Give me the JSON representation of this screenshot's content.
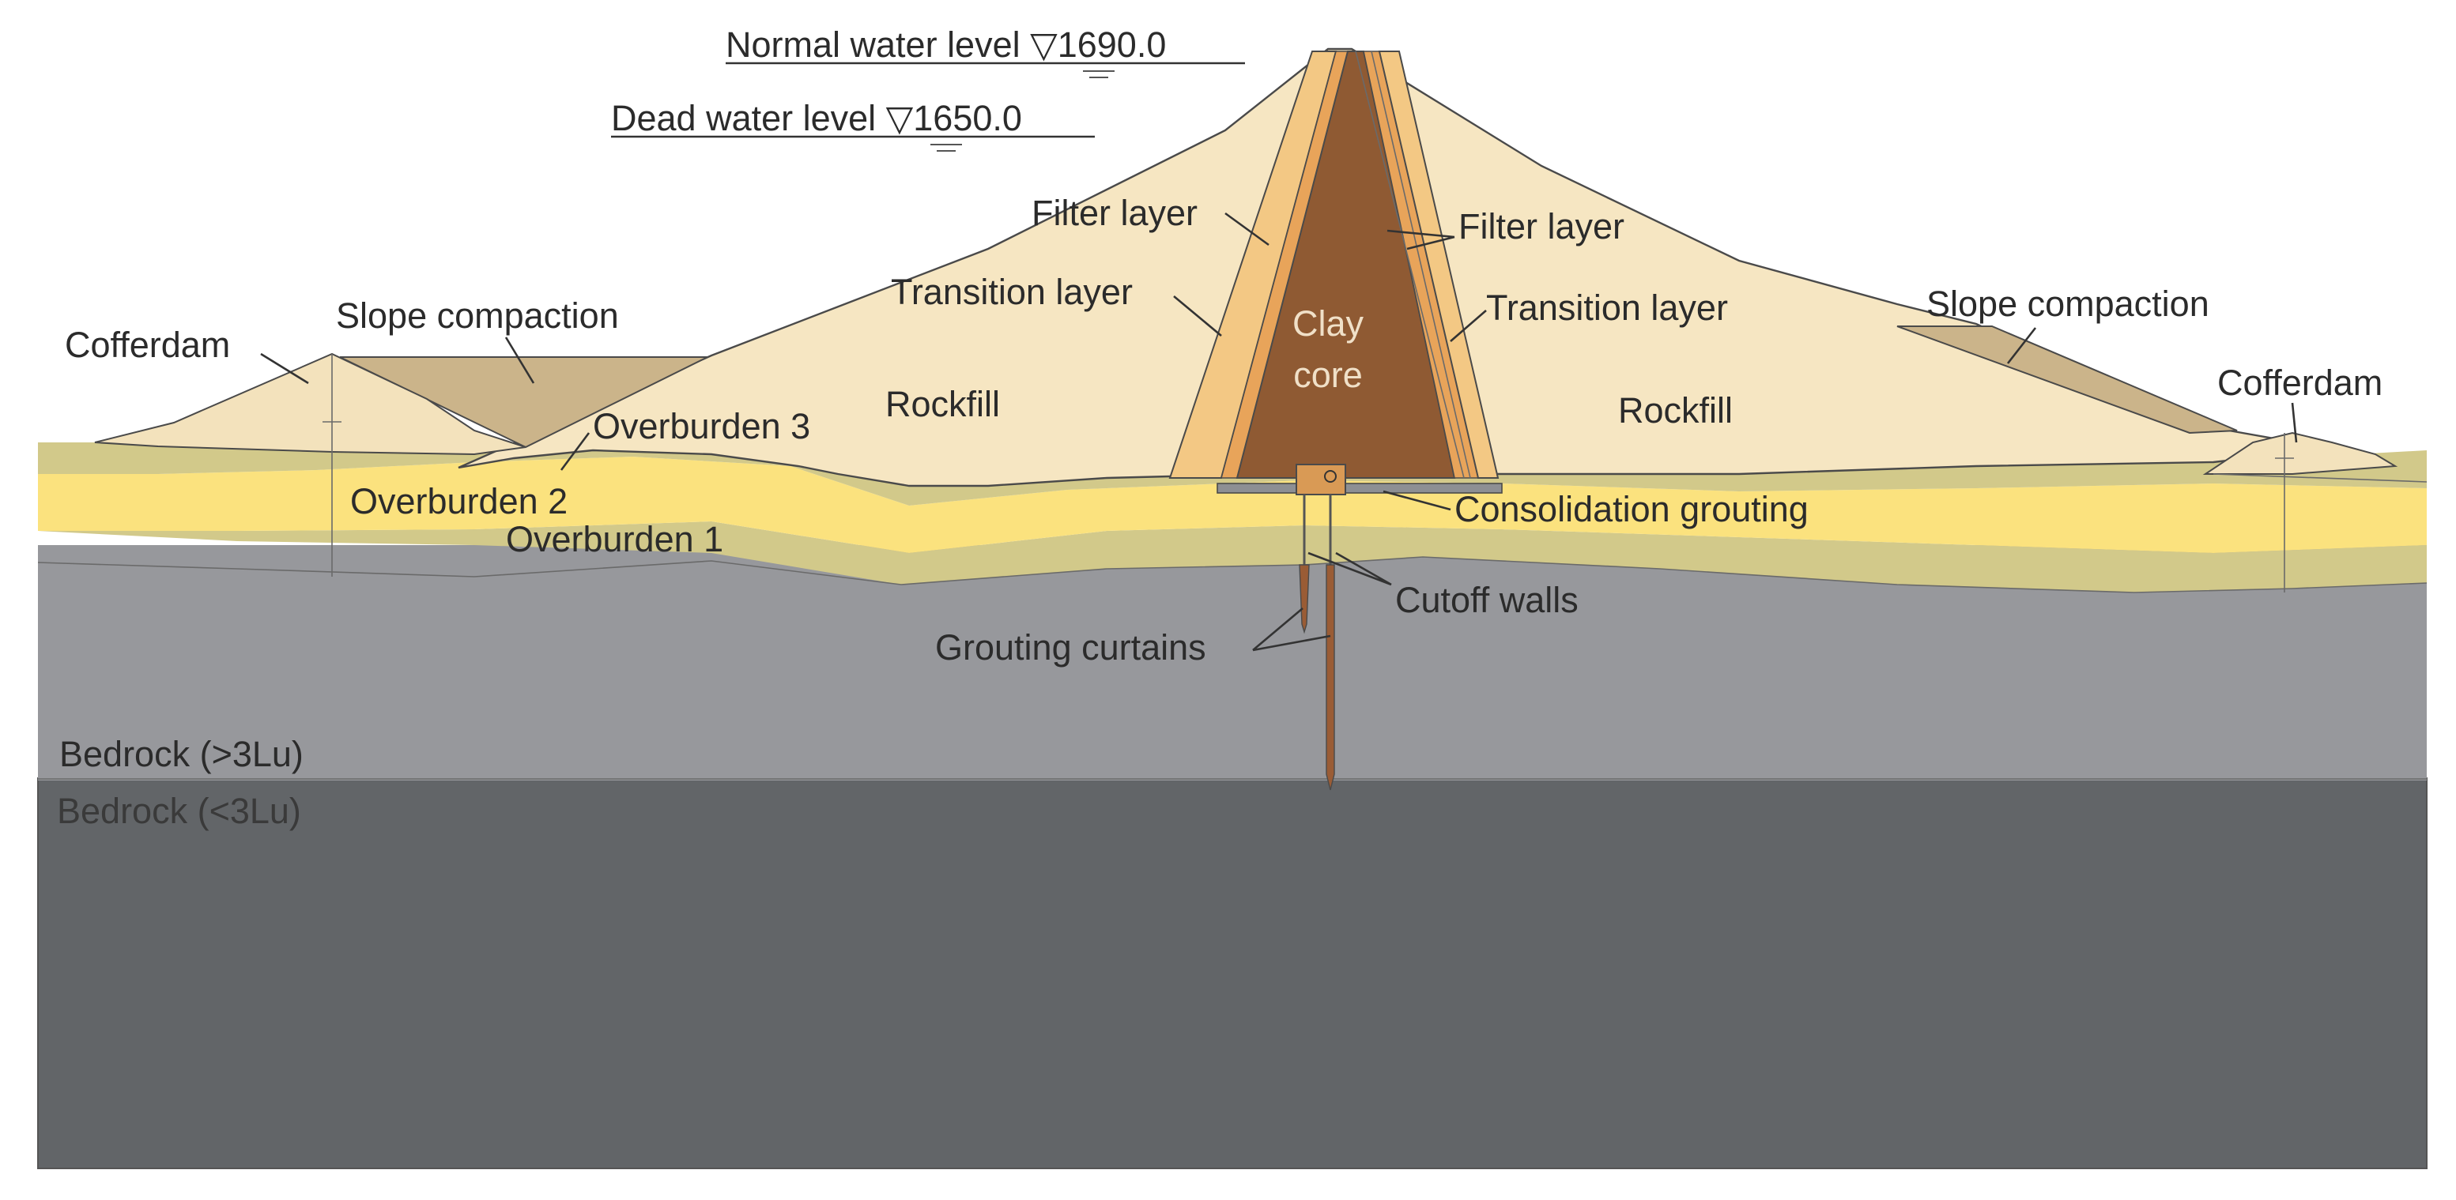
{
  "labels": {
    "normal_water_level": "Normal water level ▽1690.0",
    "dead_water_level": "Dead water level ▽1650.0",
    "filter_layer_left": "Filter layer",
    "filter_layer_right": "Filter layer",
    "transition_layer_left": "Transition layer",
    "transition_layer_right": "Transition layer",
    "clay_core_line1": "Clay",
    "clay_core_line2": "core",
    "rockfill_left": "Rockfill",
    "rockfill_right": "Rockfill",
    "slope_compaction_left": "Slope compaction",
    "slope_compaction_right": "Slope compaction",
    "cofferdam_left": "Cofferdam",
    "cofferdam_right": "Cofferdam",
    "overburden_3": "Overburden 3",
    "overburden_2": "Overburden 2",
    "overburden_1": "Overburden 1",
    "consolidation_grouting": "Consolidation grouting",
    "cutoff_walls": "Cutoff walls",
    "grouting_curtains": "Grouting curtains",
    "bedrock_upper": "Bedrock (>3Lu)",
    "bedrock_lower": "Bedrock (<3Lu)"
  },
  "colors": {
    "rockfill": "#f6e6c2",
    "slope_compaction": "#cbb48a",
    "transition": "#f3c884",
    "filter": "#e8a45a",
    "clay_core": "#8f5a33",
    "overburden_khaki": "#d2c98a",
    "overburden_yellow": "#fbe27e",
    "bedrock_upper": "#97989c",
    "bedrock_lower": "#626568"
  }
}
